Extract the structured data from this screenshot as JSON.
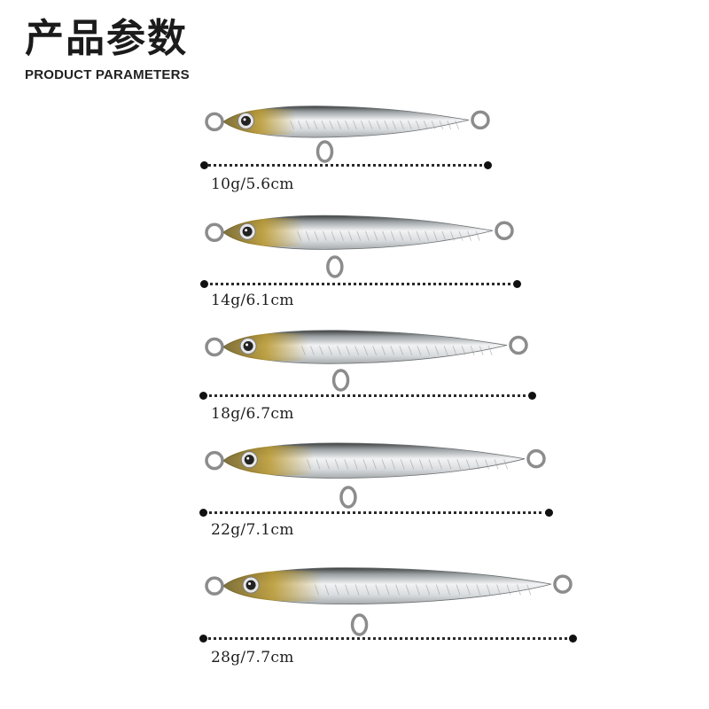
{
  "header": {
    "title": "产品参数",
    "subtitle": "PRODUCT PARAMETERS"
  },
  "colors": {
    "body_silver": "#d9dcdf",
    "back_dark": "#3b3d3c",
    "gold_head": "#b8962a",
    "eye_dark": "#222222",
    "ring_silver": "#8c8c8c"
  },
  "lures": [
    {
      "label": "10g/5.6cm"
    },
    {
      "label": "14g/6.1cm"
    },
    {
      "label": "18g/6.7cm"
    },
    {
      "label": "22g/7.1cm"
    },
    {
      "label": "28g/7.7cm"
    }
  ]
}
